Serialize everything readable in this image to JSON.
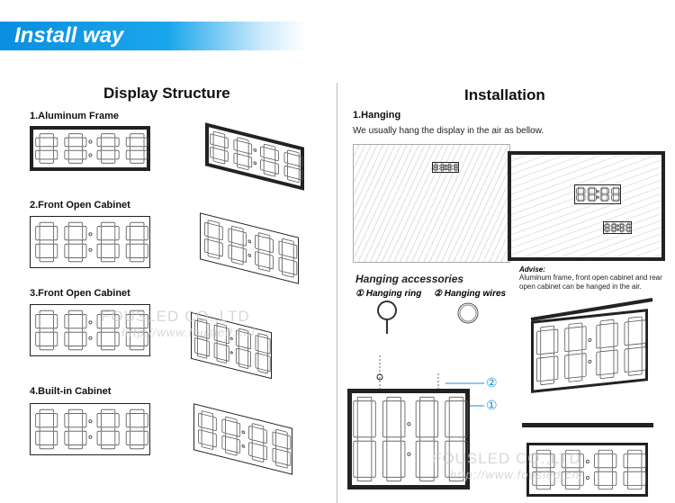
{
  "banner": {
    "title": "Install way",
    "color": "#0a8fe0"
  },
  "left": {
    "title": "Display Structure",
    "types": [
      {
        "label": "1.Aluminum Frame"
      },
      {
        "label": "2.Front Open Cabinet"
      },
      {
        "label": "3.Front Open Cabinet"
      },
      {
        "label": "4.Built-in Cabinet"
      }
    ]
  },
  "right": {
    "title": "Installation",
    "section": "1.Hanging",
    "description": "We usually hang the display in the air as bellow.",
    "accessories": {
      "title": "Hanging accessories",
      "ring": "① Hanging ring",
      "wires": "② Hanging wires"
    },
    "advise": {
      "title": "Advise:",
      "text": "Aluminum frame, front open cabinet and rear open cabinet can be hanged in the air."
    },
    "markers": [
      "②",
      "①"
    ]
  },
  "watermark": {
    "company": "FOUSLED CO.,LTD",
    "url": "http://www.fousled.cn/"
  }
}
